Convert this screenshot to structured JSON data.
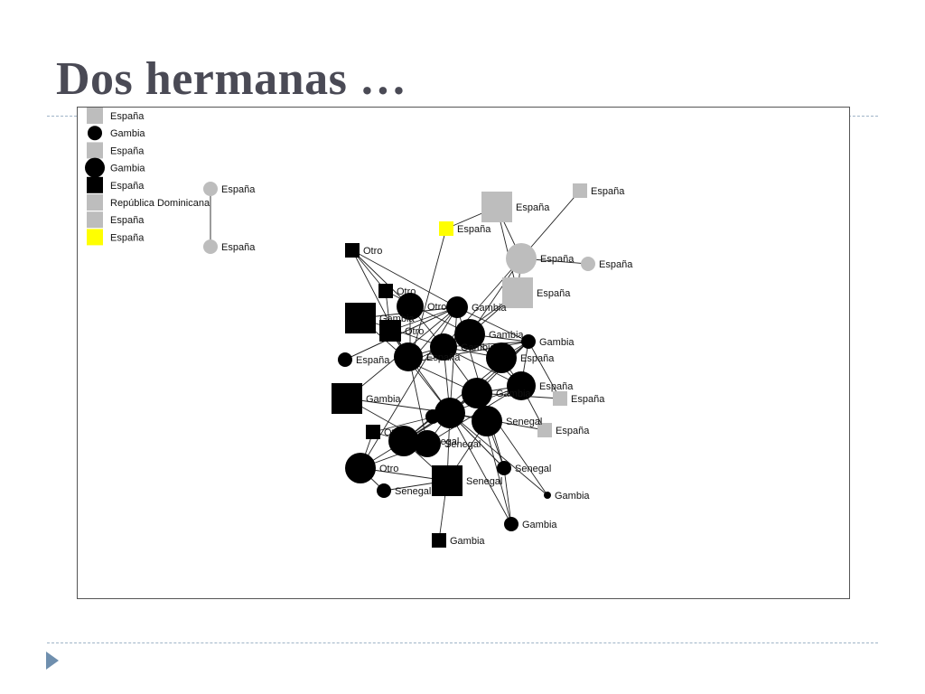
{
  "title": "Dos hermanas …",
  "colors": {
    "black": "#000000",
    "grey": "#bdbdbd",
    "yellow": "#ffff00",
    "bullet": "#6f8fae"
  },
  "legend": [
    {
      "shape": "square",
      "color": "grey",
      "label": "España"
    },
    {
      "shape": "circle",
      "color": "black",
      "label": "Gambia"
    },
    {
      "shape": "square",
      "color": "grey",
      "label": "España"
    },
    {
      "shape": "circle",
      "color": "black",
      "label": "Gambia"
    },
    {
      "shape": "square",
      "color": "black",
      "label": "España"
    },
    {
      "shape": "square",
      "color": "grey",
      "label": "República Dominicana"
    },
    {
      "shape": "square",
      "color": "grey",
      "label": "España"
    },
    {
      "shape": "square",
      "color": "yellow",
      "label": "España"
    }
  ],
  "nodes": [
    {
      "id": "p1",
      "shape": "circle",
      "color": "grey",
      "label": "España"
    },
    {
      "id": "p2",
      "shape": "circle",
      "color": "grey",
      "label": "España"
    },
    {
      "id": "n1",
      "shape": "square",
      "color": "grey",
      "label": "España"
    },
    {
      "id": "n2",
      "shape": "square",
      "color": "grey",
      "label": "España"
    },
    {
      "id": "n3",
      "shape": "square",
      "color": "yellow",
      "label": "España"
    },
    {
      "id": "n4",
      "shape": "circle",
      "color": "grey",
      "label": "España"
    },
    {
      "id": "n5",
      "shape": "circle",
      "color": "grey",
      "label": "España"
    },
    {
      "id": "n6",
      "shape": "square",
      "color": "grey",
      "label": "España"
    },
    {
      "id": "n7",
      "shape": "square",
      "color": "black",
      "label": "Otro"
    },
    {
      "id": "n8",
      "shape": "square",
      "color": "black",
      "label": "Otro"
    },
    {
      "id": "n9",
      "shape": "circle",
      "color": "black",
      "label": "Otro"
    },
    {
      "id": "n10",
      "shape": "square",
      "color": "black",
      "label": "Gambia"
    },
    {
      "id": "n11",
      "shape": "square",
      "color": "black",
      "label": "Otro"
    },
    {
      "id": "n12",
      "shape": "circle",
      "color": "black",
      "label": "Gambia"
    },
    {
      "id": "n13",
      "shape": "circle",
      "color": "black",
      "label": "Gambia"
    },
    {
      "id": "n14",
      "shape": "circle",
      "color": "black",
      "label": "Gambia"
    },
    {
      "id": "n15",
      "shape": "circle",
      "color": "black",
      "label": "España"
    },
    {
      "id": "n16",
      "shape": "circle",
      "color": "black",
      "label": "España"
    },
    {
      "id": "n17",
      "shape": "circle",
      "color": "black",
      "label": ""
    },
    {
      "id": "n18",
      "shape": "circle",
      "color": "black",
      "label": "España"
    },
    {
      "id": "n19",
      "shape": "circle",
      "color": "black",
      "label": "España"
    },
    {
      "id": "n20",
      "shape": "circle",
      "color": "black",
      "label": "Gambia"
    },
    {
      "id": "n21",
      "shape": "square",
      "color": "black",
      "label": "Gambia"
    },
    {
      "id": "n22",
      "shape": "square",
      "color": "grey",
      "label": "España"
    },
    {
      "id": "n23",
      "shape": "square",
      "color": "grey",
      "label": "España"
    },
    {
      "id": "n24",
      "shape": "circle",
      "color": "black",
      "label": "Gambia"
    },
    {
      "id": "n25",
      "shape": "circle",
      "color": "black",
      "label": ""
    },
    {
      "id": "n26",
      "shape": "circle",
      "color": "black",
      "label": "Senegal"
    },
    {
      "id": "n27",
      "shape": "square",
      "color": "black",
      "label": "Otro"
    },
    {
      "id": "n28",
      "shape": "circle",
      "color": "black",
      "label": "Senegal"
    },
    {
      "id": "n29",
      "shape": "circle",
      "color": "black",
      "label": "Senegal"
    },
    {
      "id": "n30",
      "shape": "circle",
      "color": "black",
      "label": "Otro"
    },
    {
      "id": "n31",
      "shape": "circle",
      "color": "black",
      "label": "Senegal"
    },
    {
      "id": "n32",
      "shape": "square",
      "color": "black",
      "label": "Senegal"
    },
    {
      "id": "n33",
      "shape": "circle",
      "color": "black",
      "label": "Senegal"
    },
    {
      "id": "n34",
      "shape": "circle",
      "color": "black",
      "label": "Gambia"
    },
    {
      "id": "n35",
      "shape": "circle",
      "color": "black",
      "label": "Gambia"
    },
    {
      "id": "n36",
      "shape": "square",
      "color": "black",
      "label": "Gambia"
    },
    {
      "id": "n37",
      "shape": "circle",
      "color": "black",
      "label": ""
    }
  ],
  "edges": [
    [
      "p1",
      "p2"
    ],
    [
      "n3",
      "n1"
    ],
    [
      "n1",
      "n4"
    ],
    [
      "n4",
      "n2"
    ],
    [
      "n4",
      "n5"
    ],
    [
      "n4",
      "n6"
    ],
    [
      "n1",
      "n6"
    ],
    [
      "n6",
      "n13"
    ],
    [
      "n4",
      "n13"
    ],
    [
      "n3",
      "n17"
    ],
    [
      "n6",
      "n14"
    ],
    [
      "n4",
      "n14"
    ],
    [
      "n7",
      "n8"
    ],
    [
      "n7",
      "n9"
    ],
    [
      "n7",
      "n12"
    ],
    [
      "n7",
      "n17"
    ],
    [
      "n8",
      "n11"
    ],
    [
      "n8",
      "n13"
    ],
    [
      "n9",
      "n14"
    ],
    [
      "n9",
      "n17"
    ],
    [
      "n10",
      "n12"
    ],
    [
      "n10",
      "n17"
    ],
    [
      "n10",
      "n14"
    ],
    [
      "n11",
      "n12"
    ],
    [
      "n11",
      "n17"
    ],
    [
      "n11",
      "n25"
    ],
    [
      "n12",
      "n17"
    ],
    [
      "n12",
      "n20"
    ],
    [
      "n12",
      "n25"
    ],
    [
      "n12",
      "n15"
    ],
    [
      "n12",
      "n30"
    ],
    [
      "n12",
      "n33"
    ],
    [
      "n13",
      "n14"
    ],
    [
      "n13",
      "n20"
    ],
    [
      "n13",
      "n19"
    ],
    [
      "n14",
      "n17"
    ],
    [
      "n14",
      "n20"
    ],
    [
      "n14",
      "n24"
    ],
    [
      "n14",
      "n16"
    ],
    [
      "n14",
      "n18"
    ],
    [
      "n14",
      "n19"
    ],
    [
      "n14",
      "n25"
    ],
    [
      "n15",
      "n12"
    ],
    [
      "n16",
      "n14"
    ],
    [
      "n17",
      "n20"
    ],
    [
      "n17",
      "n25"
    ],
    [
      "n17",
      "n24"
    ],
    [
      "n18",
      "n19"
    ],
    [
      "n18",
      "n20"
    ],
    [
      "n19",
      "n20"
    ],
    [
      "n19",
      "n25"
    ],
    [
      "n19",
      "n24"
    ],
    [
      "n20",
      "n25"
    ],
    [
      "n20",
      "n24"
    ],
    [
      "n20",
      "n22"
    ],
    [
      "n21",
      "n25"
    ],
    [
      "n21",
      "n12"
    ],
    [
      "n21",
      "n29"
    ],
    [
      "n22",
      "n24"
    ],
    [
      "n23",
      "n19"
    ],
    [
      "n23",
      "n25"
    ],
    [
      "n24",
      "n25"
    ],
    [
      "n24",
      "n28"
    ],
    [
      "n24",
      "n26"
    ],
    [
      "n25",
      "n26"
    ],
    [
      "n25",
      "n27"
    ],
    [
      "n25",
      "n28"
    ],
    [
      "n25",
      "n29"
    ],
    [
      "n25",
      "n32"
    ],
    [
      "n25",
      "n30"
    ],
    [
      "n25",
      "n33"
    ],
    [
      "n25",
      "n34"
    ],
    [
      "n25",
      "n35"
    ],
    [
      "n24",
      "n34"
    ],
    [
      "n24",
      "n35"
    ],
    [
      "n26",
      "n32"
    ],
    [
      "n27",
      "n28"
    ],
    [
      "n27",
      "n30"
    ],
    [
      "n28",
      "n29"
    ],
    [
      "n28",
      "n32"
    ],
    [
      "n28",
      "n37"
    ],
    [
      "n29",
      "n30"
    ],
    [
      "n30",
      "n31"
    ],
    [
      "n30",
      "n32"
    ],
    [
      "n31",
      "n32"
    ],
    [
      "n32",
      "n36"
    ],
    [
      "n33",
      "n35"
    ],
    [
      "n33",
      "n25"
    ],
    [
      "n20",
      "n28"
    ],
    [
      "n17",
      "n29"
    ],
    [
      "n24",
      "n33"
    ],
    [
      "n19",
      "n29"
    ]
  ]
}
